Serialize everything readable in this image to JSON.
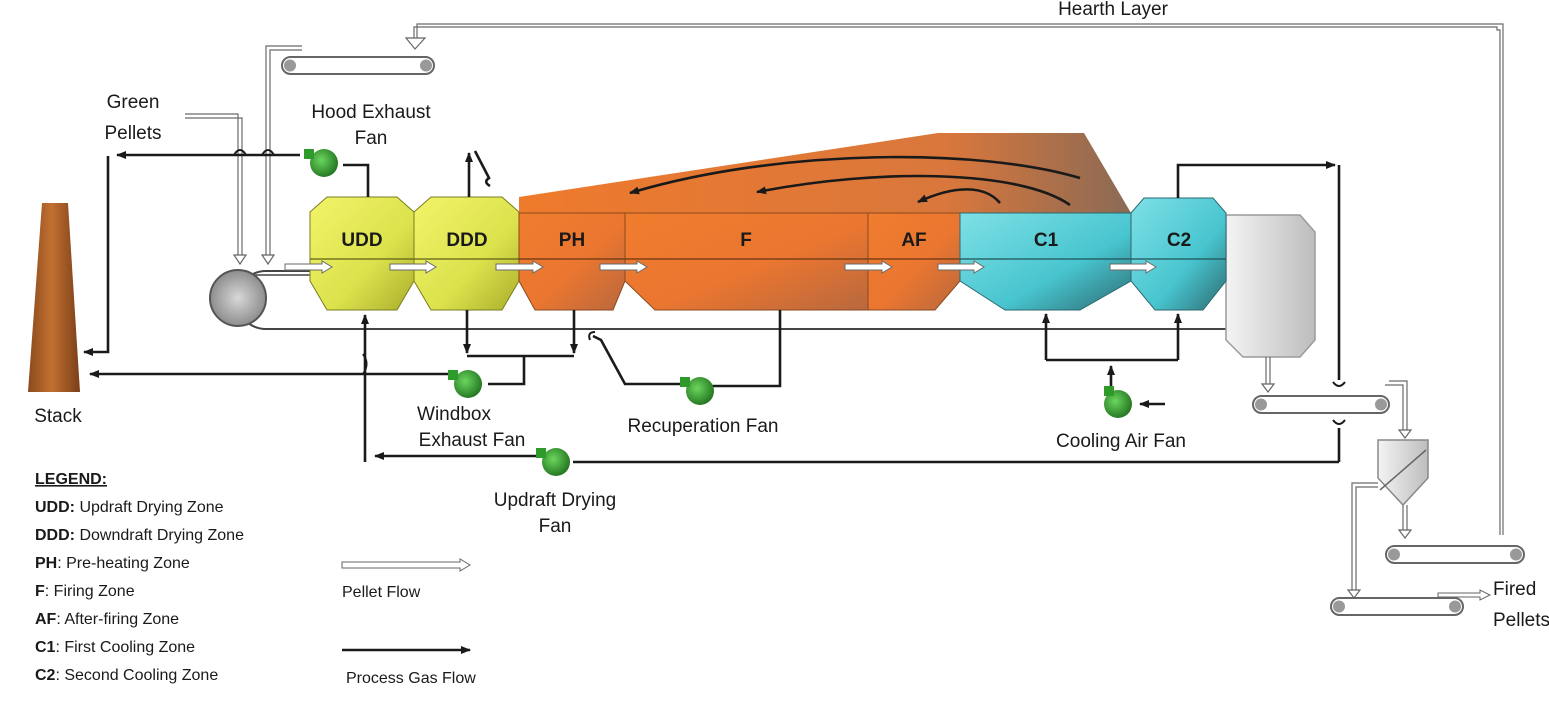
{
  "labels": {
    "hearth_layer": "Hearth Layer",
    "green_pellets_1": "Green",
    "green_pellets_2": "Pellets",
    "hood_exhaust_fan_1": "Hood Exhaust",
    "hood_exhaust_fan_2": "Fan",
    "stack": "Stack",
    "windbox_exhaust_fan_1": "Windbox",
    "windbox_exhaust_fan_2": "Exhaust Fan",
    "recuperation_fan": "Recuperation Fan",
    "cooling_air_fan": "Cooling Air Fan",
    "updraft_drying_fan_1": "Updraft Drying",
    "updraft_drying_fan_2": "Fan",
    "fired_pellets_1": "Fired",
    "fired_pellets_2": "Pellets"
  },
  "zones": {
    "udd": "UDD",
    "ddd": "DDD",
    "ph": "PH",
    "f": "F",
    "af": "AF",
    "c1": "C1",
    "c2": "C2"
  },
  "legend": {
    "title": "LEGEND:",
    "items": [
      {
        "abbr": "UDD:",
        "desc": " Updraft Drying Zone"
      },
      {
        "abbr": "DDD:",
        "desc": " Downdraft Drying Zone"
      },
      {
        "abbr": "PH",
        "desc": ": Pre-heating Zone"
      },
      {
        "abbr": "F",
        "desc": ": Firing Zone"
      },
      {
        "abbr": "AF",
        "desc": ": After-firing Zone"
      },
      {
        "abbr": "C1",
        "desc": ": First Cooling Zone"
      },
      {
        "abbr": "C2",
        "desc": ": Second Cooling Zone"
      }
    ],
    "pellet_flow": "Pellet Flow",
    "process_gas_flow": "Process Gas Flow"
  },
  "colors": {
    "drying": "#e2e85a",
    "firing": "#ee7a2e",
    "cooling": "#5ccfd6",
    "fan": "#2e9a2a",
    "stack": "#b5642a",
    "gas_line": "#1a1a1a"
  }
}
